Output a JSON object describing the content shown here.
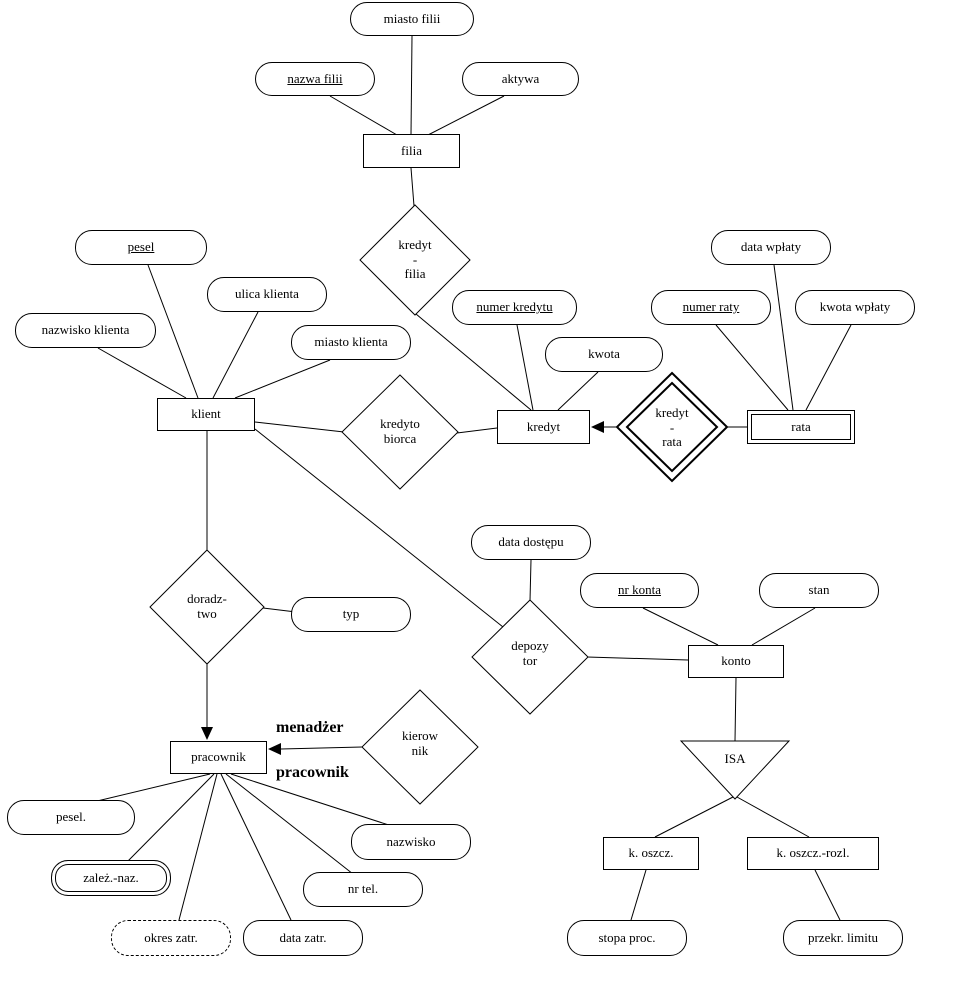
{
  "entities": {
    "filia": "filia",
    "klient": "klient",
    "kredyt": "kredyt",
    "rata": "rata",
    "konto": "konto",
    "pracownik": "pracownik",
    "k_oszcz": "k. oszcz.",
    "k_oszcz_rozl": "k. oszcz.-rozl."
  },
  "attributes": {
    "miasto_filii": "miasto filii",
    "nazwa_filii": "nazwa filii",
    "aktywa": "aktywa",
    "pesel": "pesel",
    "ulica_klienta": "ulica klienta",
    "nazwisko_klienta": "nazwisko klienta",
    "miasto_klienta": "miasto klienta",
    "numer_kredytu": "numer kredytu",
    "kwota": "kwota",
    "data_wplaty": "data wpłaty",
    "numer_raty": "numer raty",
    "kwota_wplaty": "kwota wpłaty",
    "data_dostepu": "data dostępu",
    "nr_konta": "nr konta",
    "stan": "stan",
    "typ": "typ",
    "pesel_prac": "pesel.",
    "nazwisko": "nazwisko",
    "zalez_naz": "zależ.-naz.",
    "nr_tel": "nr tel.",
    "okres_zatr": "okres zatr.",
    "data_zatr": "data zatr.",
    "stopa_proc": "stopa proc.",
    "przekr_limitu": "przekr. limitu"
  },
  "relationships": {
    "kredyt_filia": "kredyt\n-\nfilia",
    "kredytobiorca": "kredyto\nbiorca",
    "kredyt_rata": "kredyt\n-\nrata",
    "doradztwo": "doradz-\ntwo",
    "depozytor": "depozy\ntor",
    "kierownik": "kierow\nnik"
  },
  "isa_label": "ISA",
  "edge_labels": {
    "menadzer": "menadżer",
    "pracownik": "pracownik"
  }
}
